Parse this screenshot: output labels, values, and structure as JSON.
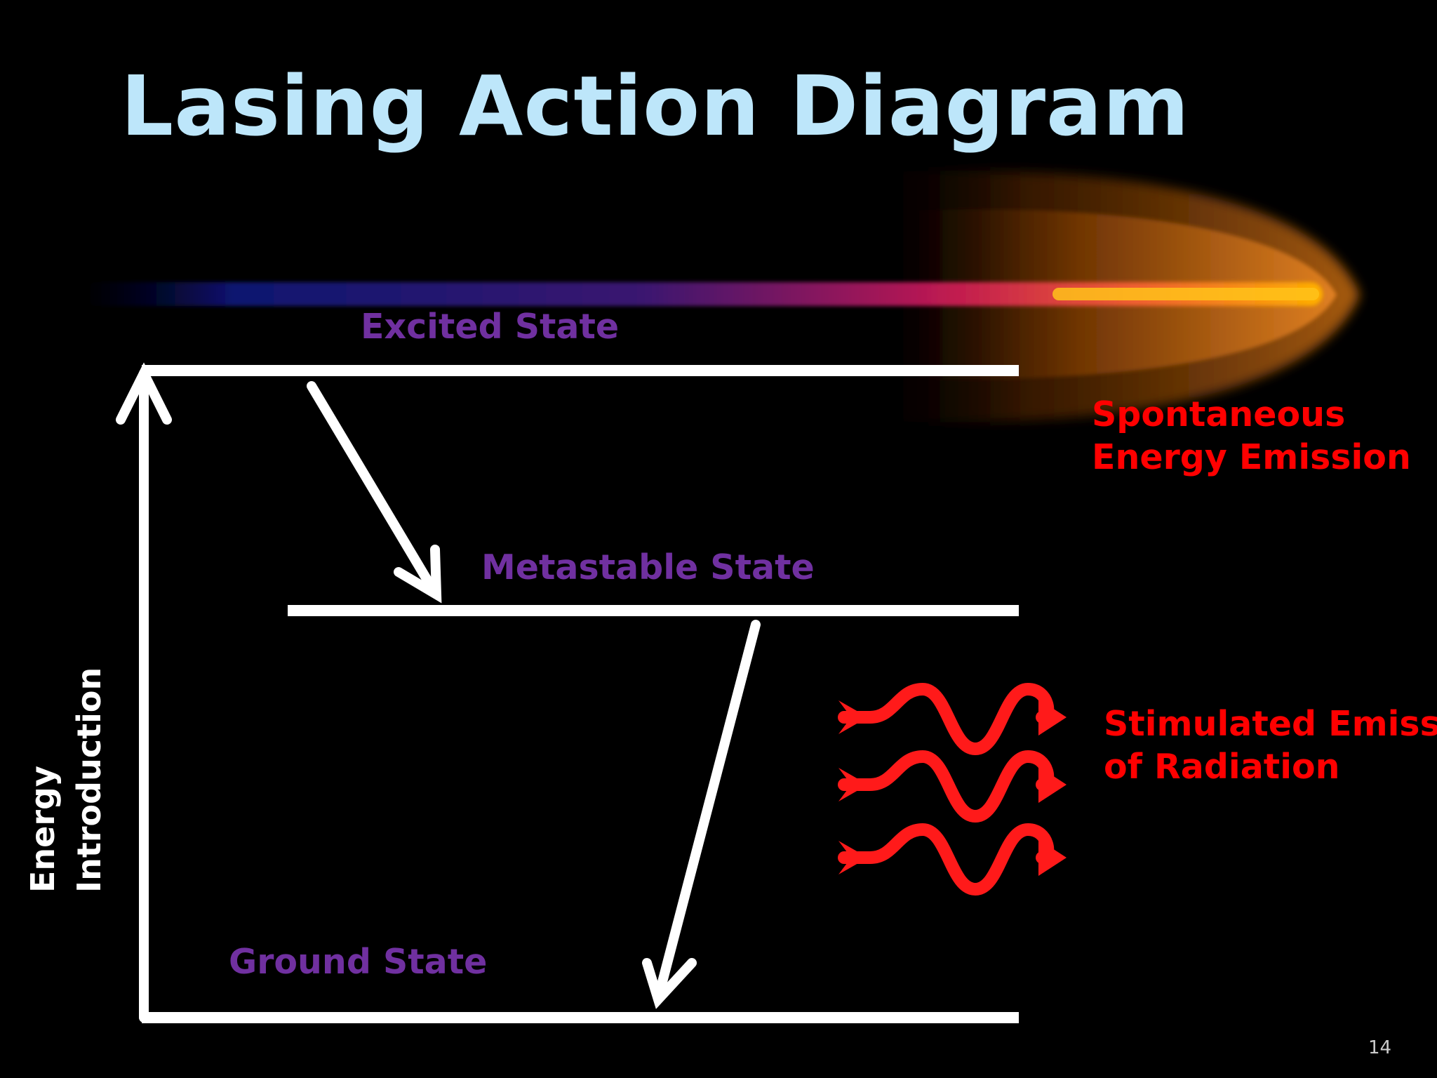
{
  "slide": {
    "title": "Lasing Action Diagram",
    "page_number": "14"
  },
  "states": {
    "excited": "Excited State",
    "metastable": "Metastable State",
    "ground": "Ground State"
  },
  "labels": {
    "spontaneous": [
      "Spontaneous",
      "Energy Emission"
    ],
    "stimulated": [
      "Stimulated Emission",
      "of Radiation"
    ],
    "energy_introduction": [
      "Energy",
      "Introduction"
    ]
  },
  "colors": {
    "background": "#000000",
    "title": "#bde6fa",
    "state_label": "#7030a0",
    "emission_label": "#ff0000",
    "arrows": "#ffffff",
    "wave_arrows": "#ff1a1a"
  },
  "icons": {
    "beam": "laser-beam-glow",
    "waves": "red-wave-arrow"
  }
}
